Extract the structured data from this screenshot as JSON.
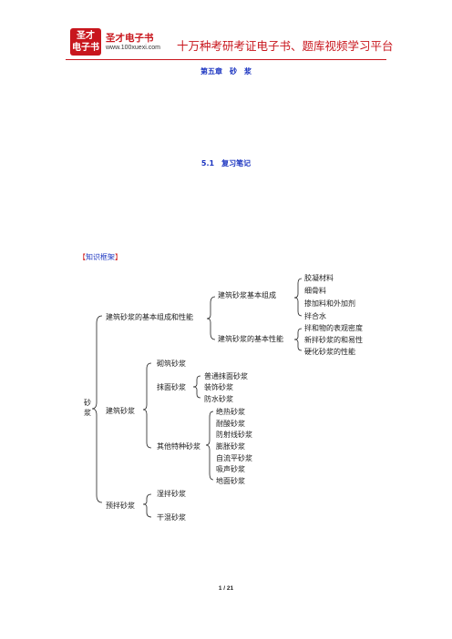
{
  "header": {
    "logo_line1": "圣才",
    "logo_line2": "电子书",
    "brand": "圣才电子书",
    "url": "www.100xuexi.com",
    "slogan": "十万种考研考证电子书、题库视频学习平台"
  },
  "chapter_title": "第五章　砂　浆",
  "section_title": "5.1　复习笔记",
  "knowledge": {
    "open": "【",
    "title": "知识框架",
    "close": "】"
  },
  "tree": {
    "root": "砂浆",
    "b1": {
      "label": "建筑砂浆的基本组成和性能",
      "c1": {
        "label": "建筑砂浆基本组成",
        "items": [
          "胶凝材料",
          "细骨料",
          "掺加料和外加剂",
          "拌合水"
        ]
      },
      "c2": {
        "label": "建筑砂浆的基本性能",
        "items": [
          "拌和物的表观密度",
          "新拌砂浆的和易性",
          "硬化砂浆的性能"
        ]
      }
    },
    "b2": {
      "label": "建筑砂浆",
      "c1": {
        "label": "砌筑砂浆"
      },
      "c2": {
        "label": "抹面砂浆",
        "items": [
          "普通抹面砂浆",
          "装饰砂浆",
          "防水砂浆"
        ]
      },
      "c3": {
        "label": "其他特种砂浆",
        "items": [
          "绝热砂浆",
          "耐酸砂浆",
          "防射线砂浆",
          "膨胀砂浆",
          "自流平砂浆",
          "吸声砂浆",
          "地面砂浆"
        ]
      }
    },
    "b3": {
      "label": "预拌砂浆",
      "items": [
        "湿拌砂浆",
        "干混砂浆"
      ]
    }
  },
  "footer": {
    "page": "1 / 21"
  }
}
